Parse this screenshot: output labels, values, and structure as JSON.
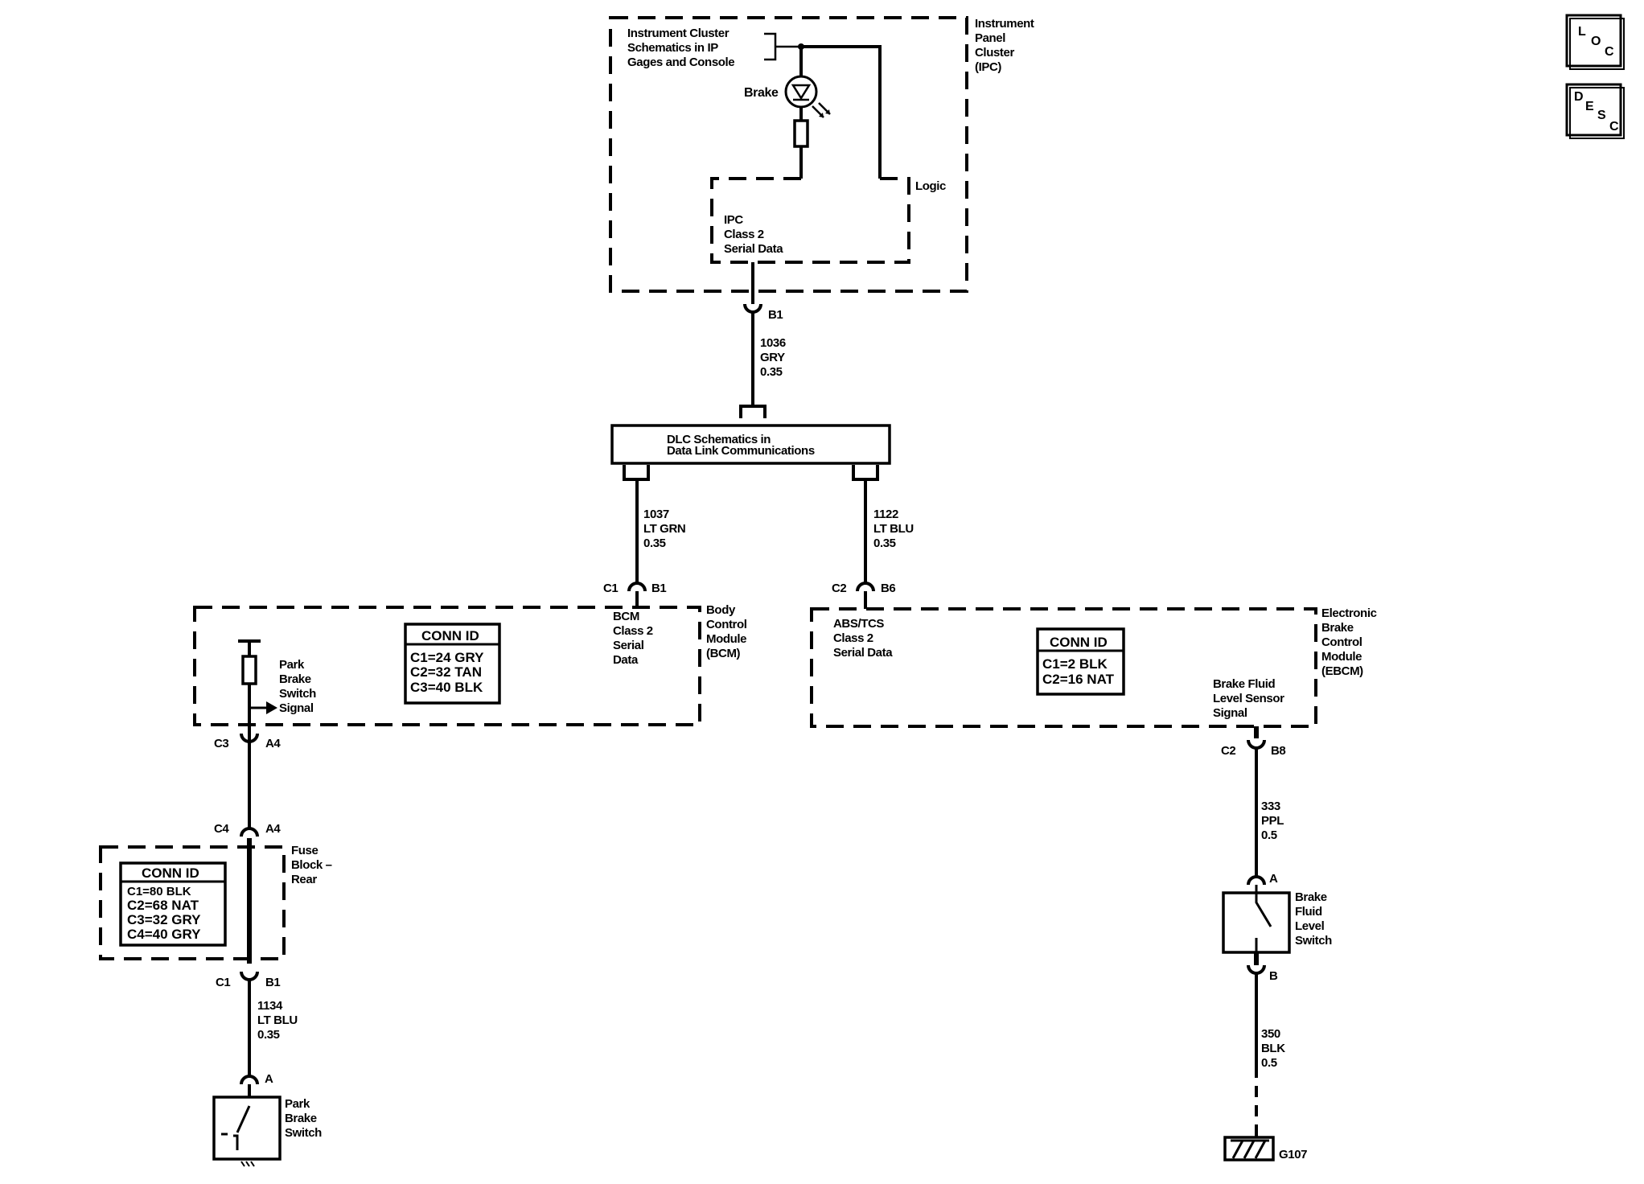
{
  "nav": {
    "loc": {
      "l1": "L",
      "l2": "O",
      "l3": "C"
    },
    "desc": {
      "l1": "D",
      "l2": "E",
      "l3": "S",
      "l4": "C"
    }
  },
  "ipc": {
    "ref": [
      "Instrument Cluster",
      "Schematics in IP",
      "Gages and Console"
    ],
    "module": [
      "Instrument",
      "Panel",
      "Cluster",
      "(IPC)"
    ],
    "brake": "Brake",
    "logic": "Logic",
    "data": [
      "IPC",
      "Class 2",
      "Serial Data"
    ]
  },
  "b1_top": "B1",
  "wire_1036": [
    "1036",
    "GRY",
    "0.35"
  ],
  "dlc": [
    "DLC Schematics in",
    "Data Link Communications"
  ],
  "wire_1037": [
    "1037",
    "LT GRN",
    "0.35"
  ],
  "wire_1122": [
    "1122",
    "LT BLU",
    "0.35"
  ],
  "bcm_conn_top": {
    "left": "C1",
    "right": "B1"
  },
  "ebcm_conn_top": {
    "left": "C2",
    "right": "B6"
  },
  "bcm": {
    "data": [
      "BCM",
      "Class 2",
      "Serial",
      "Data"
    ],
    "module": [
      "Body",
      "Control",
      "Module",
      "(BCM)"
    ],
    "conn_id_title": "CONN ID",
    "conn_ids": [
      "C1=24 GRY",
      "C2=32 TAN",
      "C3=40 BLK"
    ],
    "park_signal": [
      "Park",
      "Brake",
      "Switch",
      "Signal"
    ]
  },
  "ebcm": {
    "data": [
      "ABS/TCS",
      "Class 2",
      "Serial Data"
    ],
    "module": [
      "Electronic",
      "Brake",
      "Control",
      "Module",
      "(EBCM)"
    ],
    "conn_id_title": "CONN ID",
    "conn_ids": [
      "C1=2 BLK",
      "C2=16 NAT"
    ],
    "fluid_signal": [
      "Brake Fluid",
      "Level Sensor",
      "Signal"
    ]
  },
  "bcm_conn_bottom": {
    "left": "C3",
    "right": "A4"
  },
  "fuse_conn_top": {
    "left": "C4",
    "right": "A4"
  },
  "fuse_block": {
    "name": [
      "Fuse",
      "Block –",
      "Rear"
    ],
    "conn_id_title": "CONN ID",
    "conn_ids": [
      "C1=80 BLK",
      "C2=68 NAT",
      "C3=32 GRY",
      "C4=40 GRY"
    ]
  },
  "fuse_conn_bottom": {
    "left": "C1",
    "right": "B1"
  },
  "wire_1134": [
    "1134",
    "LT BLU",
    "0.35"
  ],
  "park_switch": {
    "pin": "A",
    "name": [
      "Park",
      "Brake",
      "Switch"
    ]
  },
  "ebcm_conn_bottom": {
    "left": "C2",
    "right": "B8"
  },
  "wire_333": [
    "333",
    "PPL",
    "0.5"
  ],
  "fluid_switch": {
    "pin_a": "A",
    "pin_b": "B",
    "name": [
      "Brake",
      "Fluid",
      "Level",
      "Switch"
    ]
  },
  "wire_350": [
    "350",
    "BLK",
    "0.5"
  ],
  "ground": "G107"
}
